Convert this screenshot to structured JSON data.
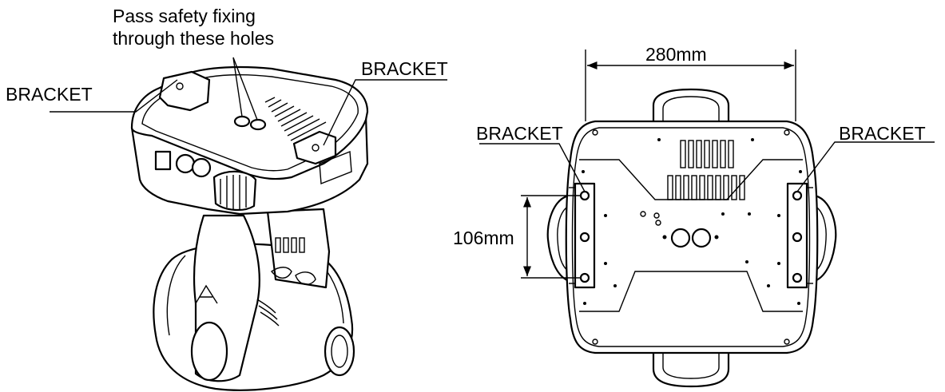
{
  "labels": {
    "safety_line1": "Pass safety fixing",
    "safety_line2": "through these holes",
    "bracket_left_iso": "BRACKET",
    "bracket_right_iso": "BRACKET",
    "bracket_top_left": "BRACKET",
    "bracket_top_right": "BRACKET"
  },
  "dimensions": {
    "width": "280mm",
    "spacing": "106mm"
  }
}
